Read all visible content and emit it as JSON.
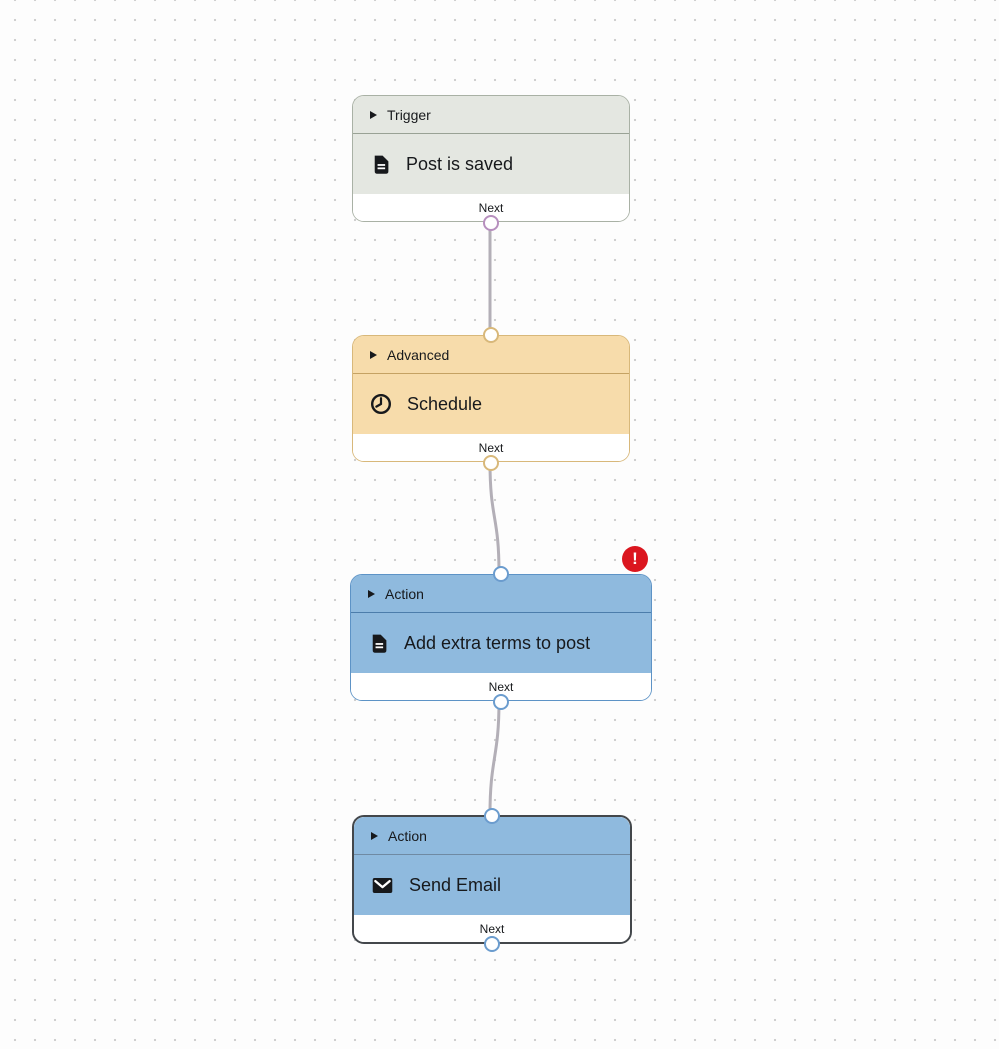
{
  "canvas": {
    "background": "#fdfdfd",
    "dot_color": "#cfcfcf"
  },
  "edges": {
    "color": "#b3afb7"
  },
  "error_badge": {
    "symbol": "!",
    "color": "#db161f"
  },
  "nodes": [
    {
      "category": "Trigger",
      "title": "Post is saved",
      "icon": "document-icon",
      "footer_label": "Next",
      "colors": {
        "bg": "#e4e7e1",
        "border": "#a9b1a5",
        "divider": "#99a295",
        "handle": "#b78fbe"
      }
    },
    {
      "category": "Advanced",
      "title": "Schedule",
      "icon": "clock-icon",
      "footer_label": "Next",
      "colors": {
        "bg": "#f7dcab",
        "border": "#d8b87a",
        "divider": "#c5a263",
        "handle": "#d8b87a"
      }
    },
    {
      "category": "Action",
      "title": "Add extra terms to post",
      "icon": "document-icon",
      "footer_label": "Next",
      "has_error": true,
      "colors": {
        "bg": "#8fbade",
        "border": "#5d93c6",
        "divider": "#4c7dab",
        "handle": "#6b9cce"
      }
    },
    {
      "category": "Action",
      "title": "Send Email",
      "icon": "mail-icon",
      "footer_label": "Next",
      "selected": true,
      "colors": {
        "bg": "#8fbade",
        "border": "#43474b",
        "divider": "#6f8aa3",
        "handle": "#6b9cce"
      }
    }
  ]
}
